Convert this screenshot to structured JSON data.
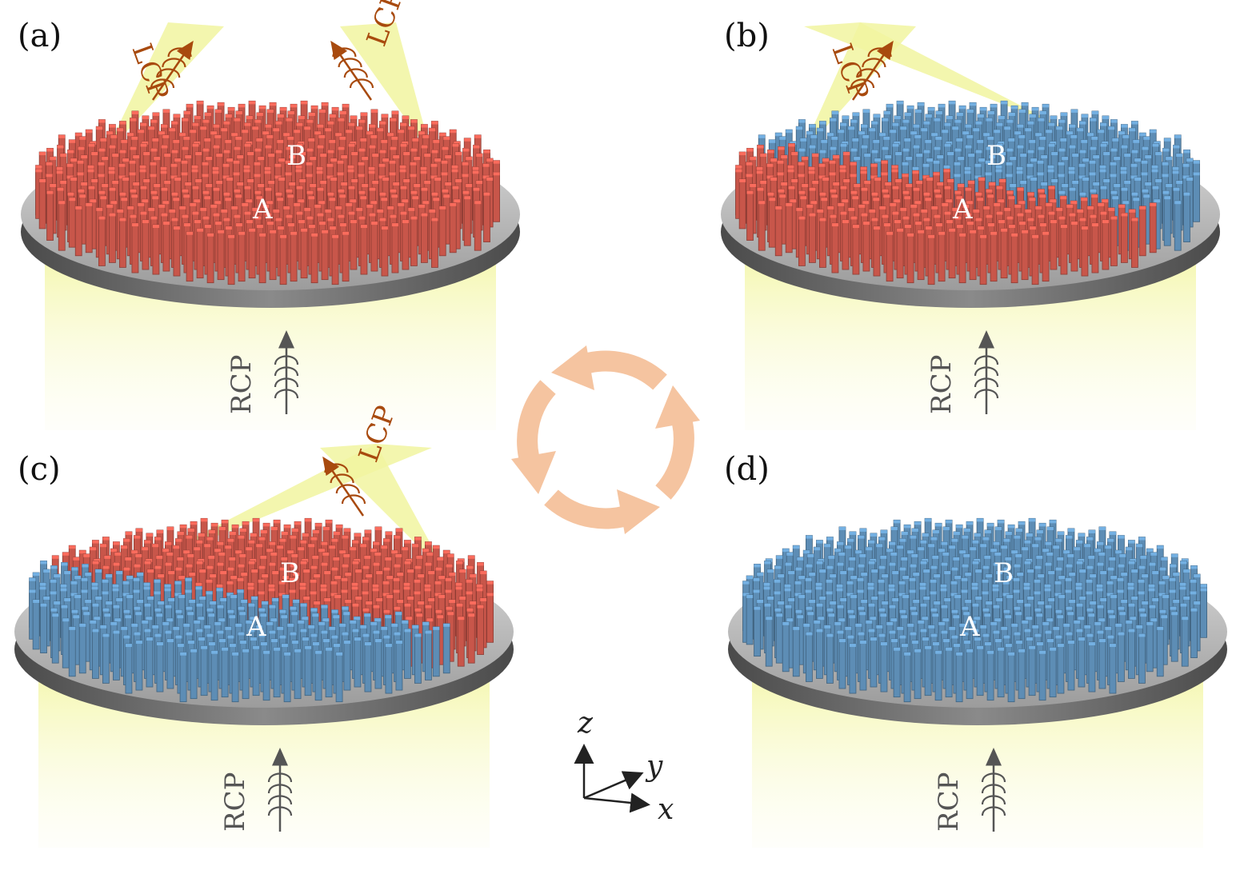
{
  "panels": [
    {
      "label": "(a)",
      "region_a": "A",
      "region_b": "B",
      "input": "RCP",
      "outputs": [
        "LCP",
        "LCP"
      ],
      "state_a": "red",
      "state_b": "red"
    },
    {
      "label": "(b)",
      "region_a": "A",
      "region_b": "B",
      "input": "RCP",
      "outputs": [
        "LCP"
      ],
      "state_a": "red",
      "state_b": "blue"
    },
    {
      "label": "(c)",
      "region_a": "A",
      "region_b": "B",
      "input": "RCP",
      "outputs": [
        "LCP"
      ],
      "state_a": "blue",
      "state_b": "red"
    },
    {
      "label": "(d)",
      "region_a": "A",
      "region_b": "B",
      "input": "RCP",
      "outputs": [],
      "state_a": "blue",
      "state_b": "blue"
    }
  ],
  "axes": {
    "x": "x",
    "y": "y",
    "z": "z"
  },
  "colors": {
    "red_pillar": "#c8564a",
    "blue_pillar": "#5d8db5",
    "substrate": "#8a8a8a",
    "beam": "#f4f7a8",
    "lcp_text": "#a84a0e",
    "rcp_text": "#555555",
    "cycle_arrow": "#f5c4a0"
  }
}
